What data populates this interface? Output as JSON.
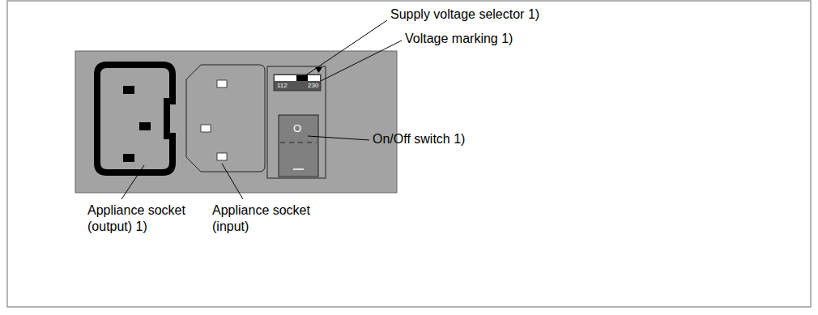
{
  "diagram": {
    "labels": [
      "Supply voltage selector 1)",
      "Voltage marking 1)",
      "112",
      "230",
      "O",
      "On/Off switch 1)",
      "Appliance socket (output) 1)",
      "Appliance socket (input)"
    ]
  }
}
